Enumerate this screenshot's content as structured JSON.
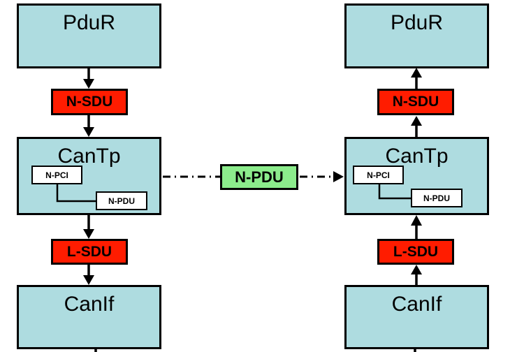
{
  "colors": {
    "module_fill": "#AEDCE0",
    "sdu_fill": "#FF1C00",
    "pdu_fill": "#8CEC8C",
    "border": "#000000",
    "background": "#FFFFFF"
  },
  "left_stack": {
    "direction": "transmit-down",
    "pdur_label": "PduR",
    "n_sdu_label": "N-SDU",
    "cantp_label": "CanTp",
    "n_pci_label": "N-PCI",
    "n_pdu_label": "N-PDU",
    "l_sdu_label": "L-SDU",
    "canif_label": "CanIf"
  },
  "right_stack": {
    "direction": "receive-up",
    "pdur_label": "PduR",
    "n_sdu_label": "N-SDU",
    "cantp_label": "CanTp",
    "n_pci_label": "N-PCI",
    "n_pdu_label": "N-PDU",
    "l_sdu_label": "L-SDU",
    "canif_label": "CanIf"
  },
  "link": {
    "n_pdu_label": "N-PDU"
  }
}
